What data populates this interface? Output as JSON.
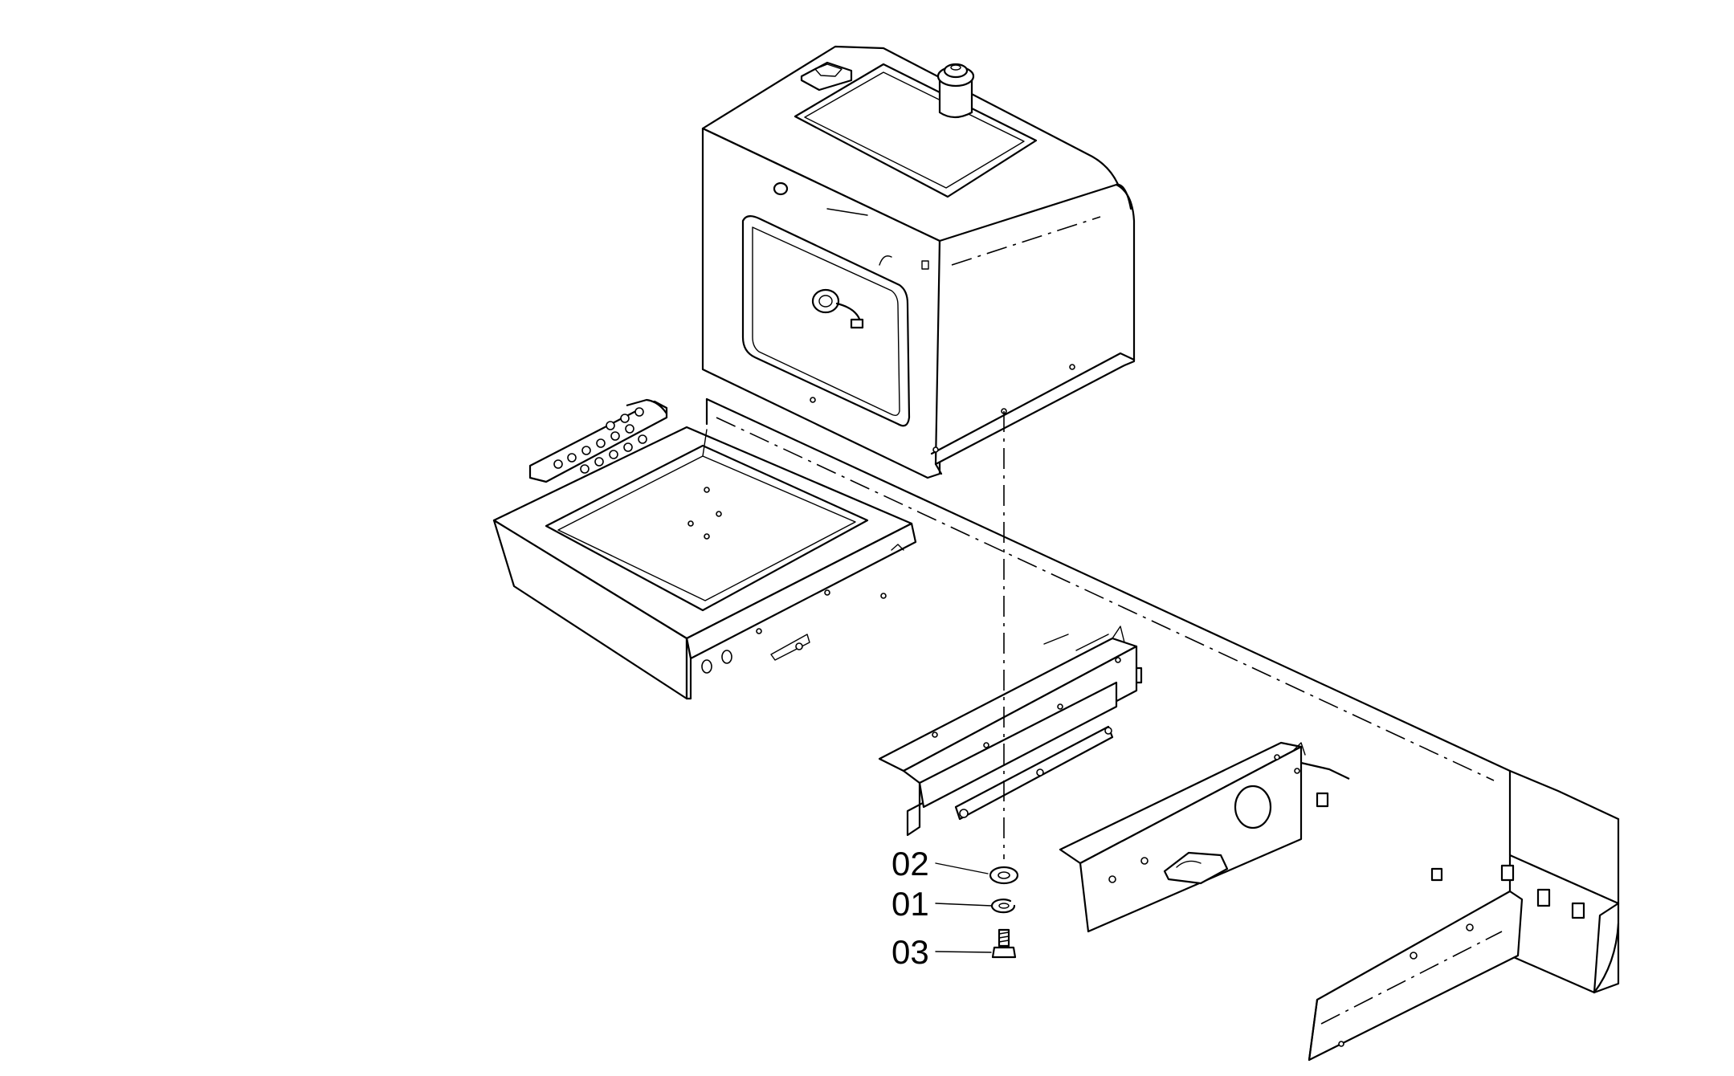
{
  "diagram": {
    "callouts": [
      {
        "id": "washer",
        "number": "02"
      },
      {
        "id": "lock-washer",
        "number": "01"
      },
      {
        "id": "bolt",
        "number": "03"
      }
    ]
  }
}
